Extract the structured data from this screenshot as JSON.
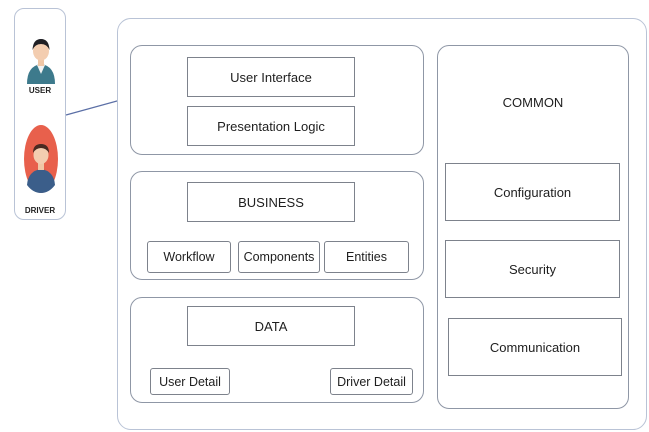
{
  "actors": {
    "user_label": "USER",
    "driver_label": "DRIVER"
  },
  "presentation": {
    "user_interface": "User Interface",
    "presentation_logic": "Presentation Logic"
  },
  "business": {
    "title": "BUSINESS",
    "workflow": "Workflow",
    "components": "Components",
    "entities": "Entities"
  },
  "data": {
    "title": "DATA",
    "user_detail": "User Detail",
    "driver_detail": "Driver Detail"
  },
  "common": {
    "title": "COMMON",
    "configuration": "Configuration",
    "security": "Security",
    "communication": "Communication"
  },
  "colors": {
    "user_shirt": "#3d7a8c",
    "driver_circle": "#e8604c",
    "connector": "#5b6fa6"
  }
}
